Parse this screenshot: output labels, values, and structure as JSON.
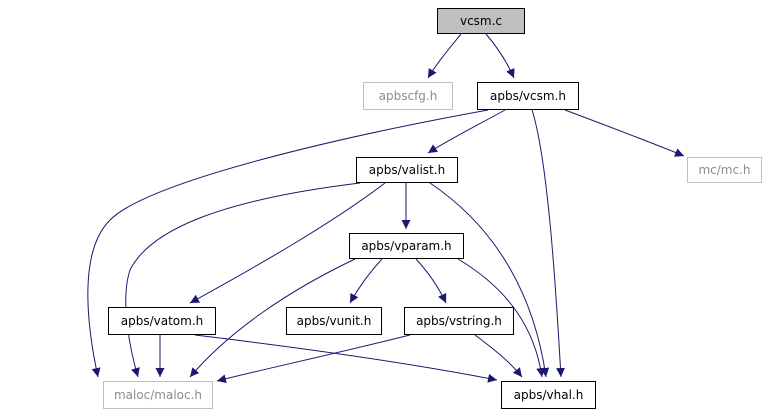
{
  "diagram": {
    "edge_color": "#191970",
    "root_fill": "#bfbfbf",
    "external_border": "#bfbfbf",
    "nodes": {
      "vcsm_c": "vcsm.c",
      "apbscfg_h": "apbscfg.h",
      "apbs_vcsm_h": "apbs/vcsm.h",
      "mc_mc_h": "mc/mc.h",
      "apbs_valist_h": "apbs/valist.h",
      "apbs_vparam_h": "apbs/vparam.h",
      "apbs_vatom_h": "apbs/vatom.h",
      "apbs_vunit_h": "apbs/vunit.h",
      "apbs_vstring_h": "apbs/vstring.h",
      "maloc_maloc_h": "maloc/maloc.h",
      "apbs_vhal_h": "apbs/vhal.h"
    },
    "edges": [
      [
        "vcsm_c",
        "apbscfg_h"
      ],
      [
        "vcsm_c",
        "apbs_vcsm_h"
      ],
      [
        "apbs_vcsm_h",
        "apbs_valist_h"
      ],
      [
        "apbs_vcsm_h",
        "mc_mc_h"
      ],
      [
        "apbs_vcsm_h",
        "maloc_maloc_h"
      ],
      [
        "apbs_vcsm_h",
        "apbs_vhal_h"
      ],
      [
        "apbs_valist_h",
        "apbs_vparam_h"
      ],
      [
        "apbs_valist_h",
        "apbs_vatom_h"
      ],
      [
        "apbs_valist_h",
        "maloc_maloc_h"
      ],
      [
        "apbs_valist_h",
        "apbs_vhal_h"
      ],
      [
        "apbs_vparam_h",
        "apbs_vunit_h"
      ],
      [
        "apbs_vparam_h",
        "apbs_vstring_h"
      ],
      [
        "apbs_vparam_h",
        "maloc_maloc_h"
      ],
      [
        "apbs_vparam_h",
        "apbs_vhal_h"
      ],
      [
        "apbs_vatom_h",
        "maloc_maloc_h"
      ],
      [
        "apbs_vatom_h",
        "apbs_vhal_h"
      ],
      [
        "apbs_vstring_h",
        "maloc_maloc_h"
      ],
      [
        "apbs_vstring_h",
        "apbs_vhal_h"
      ]
    ]
  }
}
